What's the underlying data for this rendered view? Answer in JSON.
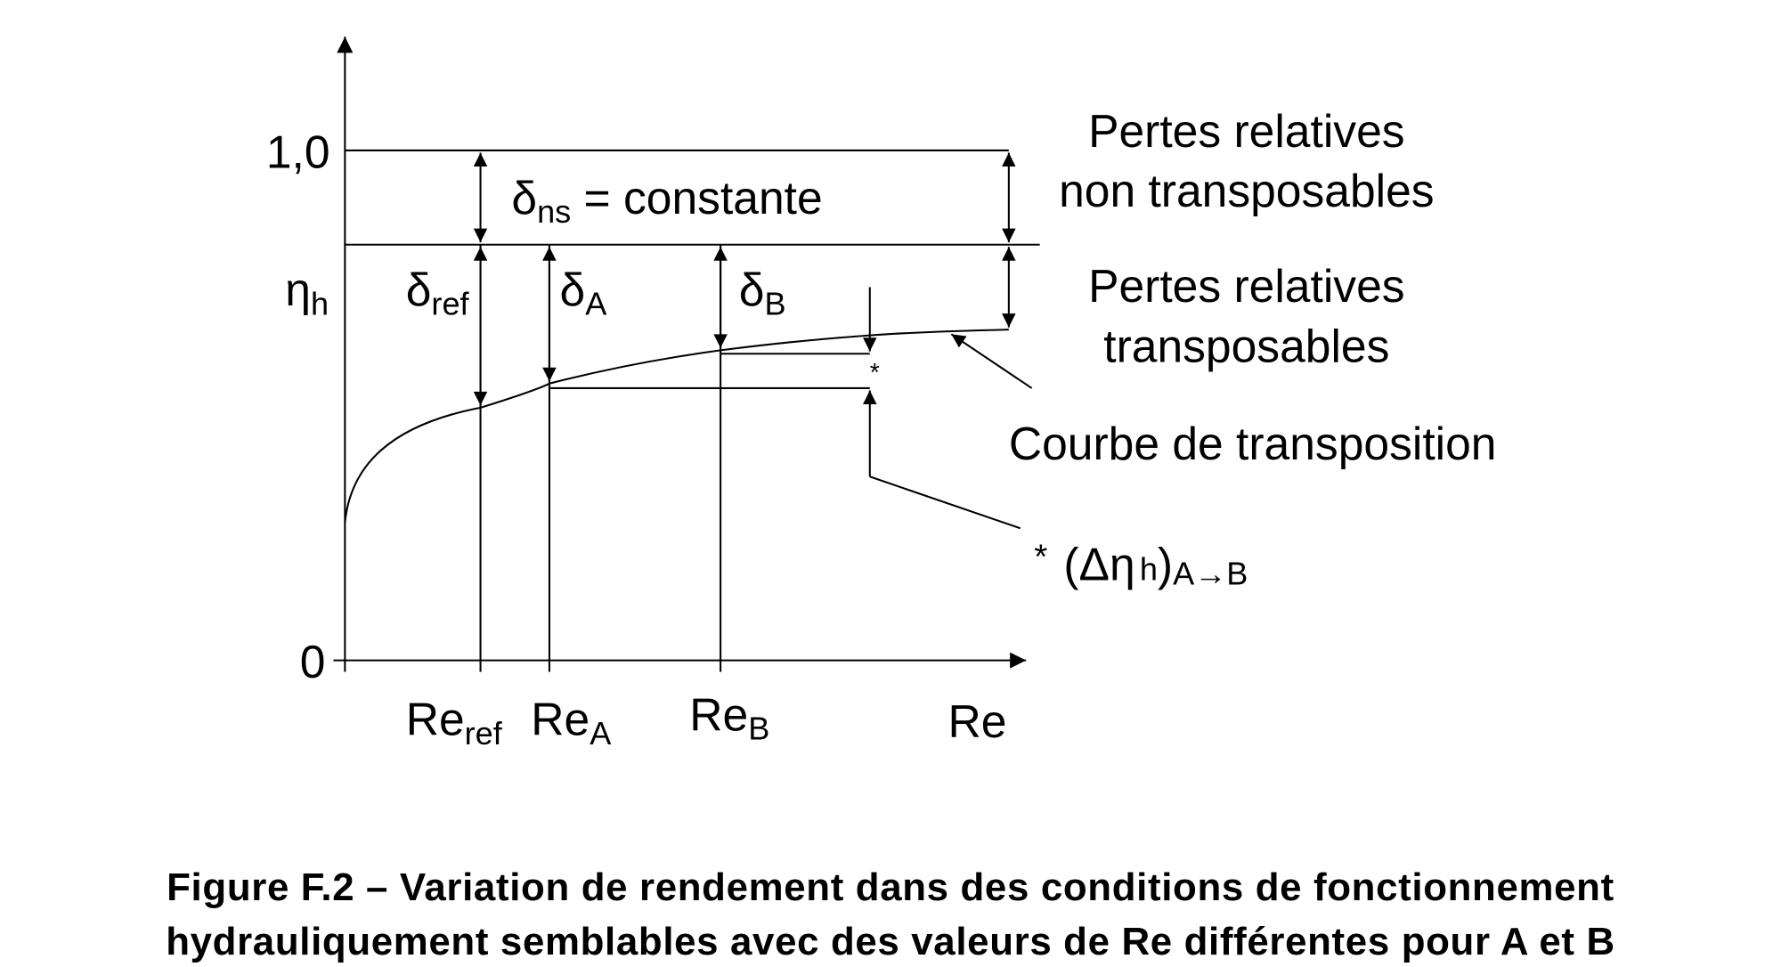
{
  "axes": {
    "y_tick_top": "1,0",
    "y_tick_zero": "0",
    "y_label_main": "η",
    "y_label_sub": "h",
    "x_labels": [
      {
        "main": "Re",
        "sub": "ref"
      },
      {
        "main": "Re",
        "sub": "A"
      },
      {
        "main": "Re",
        "sub": "B"
      },
      {
        "main": "Re",
        "sub": ""
      }
    ]
  },
  "deltas": {
    "ns": {
      "main": "δ",
      "sub": "ns",
      "suffix": " = constante"
    },
    "ref": {
      "main": "δ",
      "sub": "ref"
    },
    "a": {
      "main": "δ",
      "sub": "A"
    },
    "b": {
      "main": "δ",
      "sub": "B"
    }
  },
  "annotations": {
    "non_transposable_1": "Pertes relatives",
    "non_transposable_2": "non transposables",
    "transposable_1": "Pertes relatives",
    "transposable_2": "transposables",
    "curve_label": "Courbe de transposition",
    "asterisk": "*",
    "delta_eta_star": "*",
    "delta_eta_open": "(Δη",
    "delta_eta_h": "h",
    "delta_eta_close": ")",
    "delta_eta_sub": "A→B"
  },
  "caption": {
    "line1": "Figure F.2 – Variation de rendement dans des conditions de fonctionnement",
    "line2": "hydrauliquement semblables avec des valeurs de Re différentes pour A et B"
  }
}
